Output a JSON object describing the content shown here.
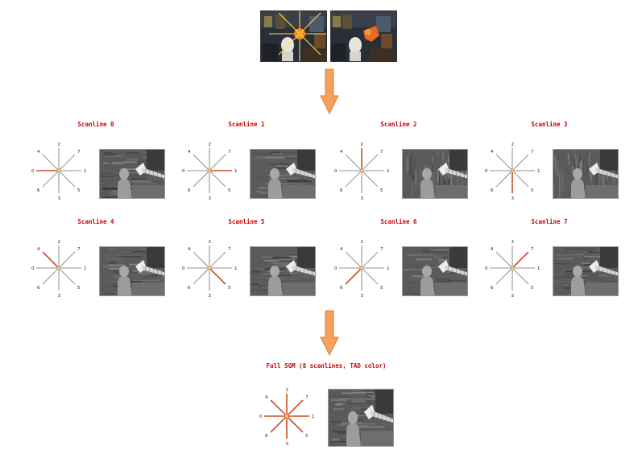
{
  "input_images": {
    "left_label": "",
    "right_label": ""
  },
  "panels": [
    {
      "title": "Scanline 0",
      "active": 0
    },
    {
      "title": "Scanline 1",
      "active": 1
    },
    {
      "title": "Scanline 2",
      "active": 2
    },
    {
      "title": "Scanline 3",
      "active": 3
    },
    {
      "title": "Scanline 4",
      "active": 4
    },
    {
      "title": "Scanline 5",
      "active": 5
    },
    {
      "title": "Scanline 6",
      "active": 6
    },
    {
      "title": "Scanline 7",
      "active": 7
    }
  ],
  "final": {
    "title": "Full SGM (8 scanlines, TAD color)",
    "active": "all"
  },
  "direction_labels": [
    "0",
    "1",
    "2",
    "3",
    "4",
    "5",
    "6",
    "7"
  ],
  "colors": {
    "caption": "#cc0000",
    "active_line": "#d24a2a",
    "inactive_line": "#6e6e6e",
    "arrow_fill": "#f4a15d",
    "arrow_stroke": "#d9823e"
  }
}
